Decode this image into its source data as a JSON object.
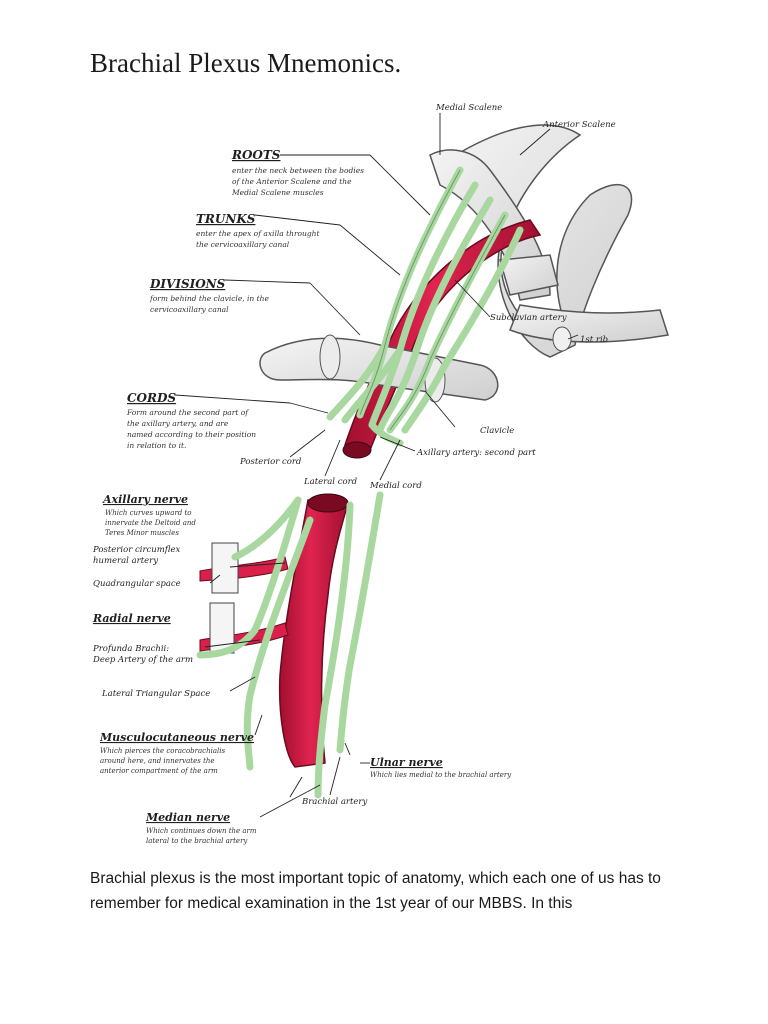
{
  "document": {
    "title": "Brachial Plexus Mnemonics.",
    "body_text": "Brachial plexus is the most important topic of anatomy, which each one of us has to remember for medical examination in the 1st year of our MBBS. In this"
  },
  "figure": {
    "structures": {
      "medial_scalene": "Medial Scalene",
      "anterior_scalene": "Anterior Scalene",
      "subclavian_artery": "Subclavian artery",
      "first_rib": "1st rib",
      "clavicle": "Clavicle",
      "axillary_artery": "Axillary artery: second part",
      "posterior_cord": "Posterior cord",
      "lateral_cord": "Lateral cord",
      "medial_cord": "Medial cord",
      "brachial_artery": "Brachial artery",
      "posterior_circumflex_line1": "Posterior circumflex",
      "posterior_circumflex_line2": "humeral artery",
      "quadrangular_space": "Quadrangular space",
      "profunda_line1": "Profunda Brachii:",
      "profunda_line2": "Deep Artery of the arm",
      "lateral_triangular_space": "Lateral Triangular Space"
    },
    "headings": {
      "roots": "ROOTS",
      "roots_desc1": "enter the neck between the bodies",
      "roots_desc2": "of the Anterior Scalene and the",
      "roots_desc3": "Medial Scalene muscles",
      "trunks": "TRUNKS",
      "trunks_desc1": "enter the apex of axilla throught",
      "trunks_desc2": "the cervicoaxillary canal",
      "divisions": "DIVISIONS",
      "divisions_desc1": "form behind the clavicle, in the",
      "divisions_desc2": "cervicoaxillary canal",
      "cords": "CORDS",
      "cords_desc1": "Form around the second part of",
      "cords_desc2": "the axillary artery, and are",
      "cords_desc3": "named according to their position",
      "cords_desc4": "in relation to it.",
      "axillary_nerve": "Axillary nerve",
      "axillary_desc1": "Which curves upward to",
      "axillary_desc2": "innervate the Deltoid and",
      "axillary_desc3": "Teres Minor muscles",
      "radial_nerve": "Radial nerve",
      "musculocutaneous_nerve": "Musculocutaneous nerve",
      "musculo_desc1": "Which pierces the coracobrachialis",
      "musculo_desc2": "around here, and innervates the",
      "musculo_desc3": "anterior compartment of the arm",
      "ulnar_nerve": "Ulnar nerve",
      "ulnar_desc1": "Which lies medial to the brachial artery",
      "median_nerve": "Median nerve",
      "median_desc1": "Which continues down the arm",
      "median_desc2": "lateral to the brachial artery"
    },
    "colors": {
      "nerve": "#a8d8a0",
      "nerve_outline": "#3f6b3a",
      "artery": "#d8204a",
      "artery_dark": "#9e0f2e",
      "bone": "#e6e6e6",
      "bone_outline": "#555555"
    }
  }
}
